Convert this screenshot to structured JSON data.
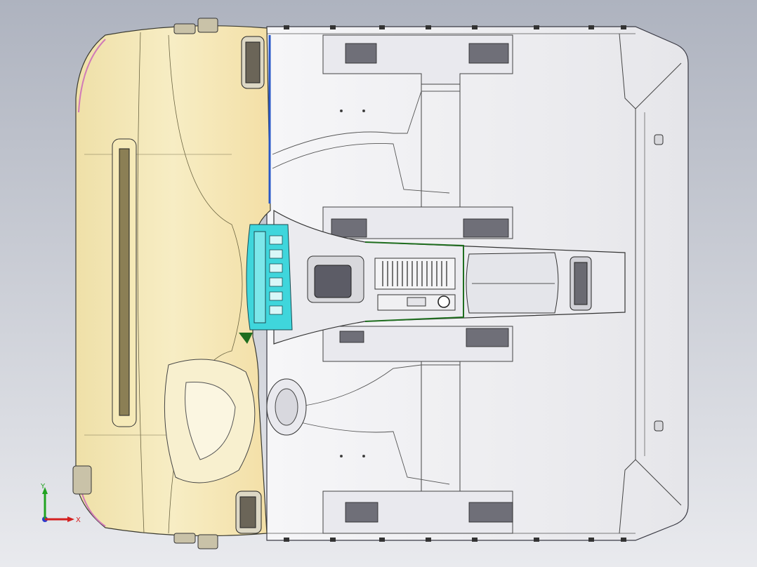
{
  "viewport": {
    "background_top": "#aeb3bf",
    "background_bottom": "#e9eaee"
  },
  "model": {
    "parts": [
      {
        "name": "dashboard",
        "color": "#f4e7b4"
      },
      {
        "name": "center-stack-controls",
        "color": "#3fd6dc"
      },
      {
        "name": "floor-panel",
        "color": "#ececee"
      },
      {
        "name": "center-console",
        "color": "#e2e3e8"
      },
      {
        "name": "trim-accent",
        "color": "#1f6e1f"
      },
      {
        "name": "a-pillar-trim",
        "color": "#2757c8"
      }
    ]
  },
  "triad": {
    "x_label": "X",
    "y_label": "Y",
    "x_color": "#d42020",
    "y_color": "#21a321",
    "z_color": "#2a3bd0"
  }
}
